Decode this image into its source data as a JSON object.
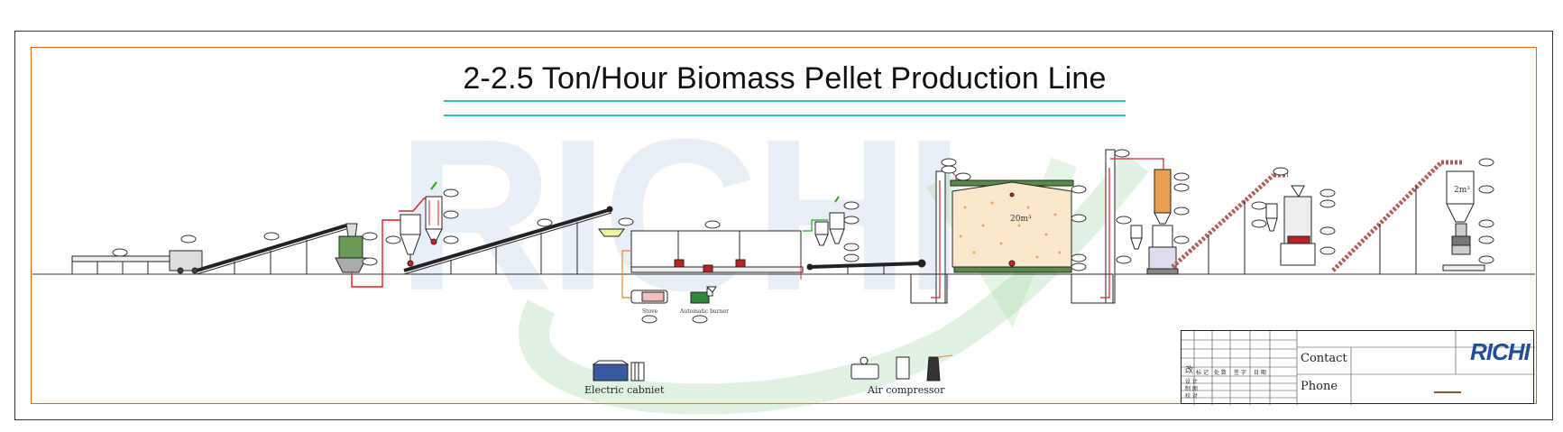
{
  "title": "2-2.5 Ton/Hour Biomass Pellet Production Line",
  "watermark": "RICHI",
  "equipment_labels": {
    "stove": "Stove",
    "auto_burner": "Automatic burner",
    "electric_cabinet": "Electric cabniet",
    "air_compressor": "Air compressor",
    "silo_volume": "20m³",
    "bin_volume": "2m³"
  },
  "title_block": {
    "contact_label": "Contact",
    "phone_label": "Phone",
    "logo": "RICHI",
    "revision_mark": "改",
    "row_labels": [
      "标 记",
      "处 数",
      "签 字",
      "日 期"
    ],
    "side_labels": [
      "设 计",
      "制 图",
      "校 对"
    ]
  },
  "colors": {
    "accent_title_line": "#2bc4b4",
    "frame_inner": "#d2691e",
    "pipe_red": "#e02020",
    "conveyor_hatch": "#b0605a",
    "material_orange": "#e08a2c",
    "watermark_blue": "#96b4d7",
    "watermark_green": "#8ccc8c",
    "logo_blue": "#1f4e9a"
  }
}
